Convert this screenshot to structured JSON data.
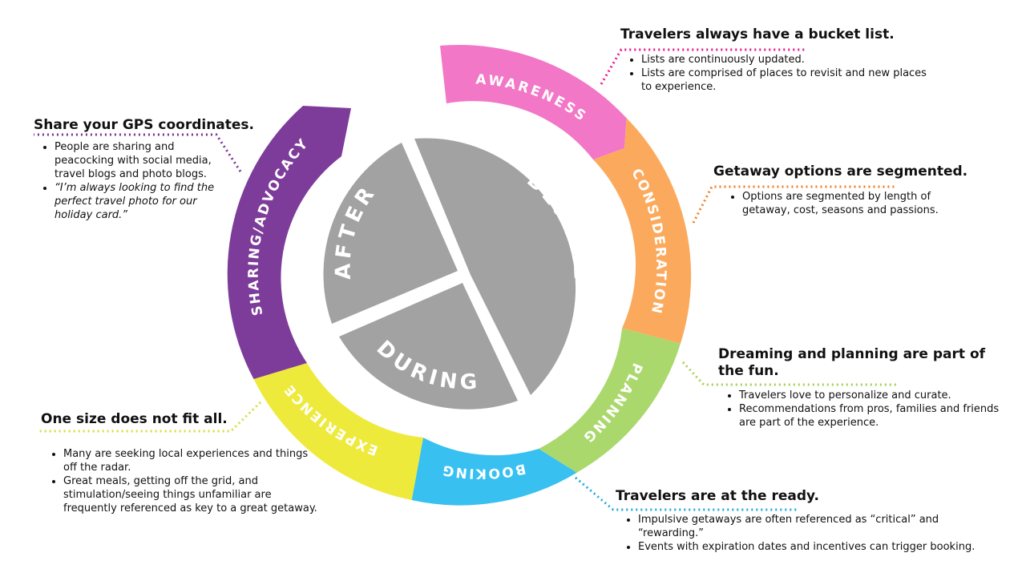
{
  "wheel": {
    "inner": [
      {
        "key": "before",
        "label": "BEFORE"
      },
      {
        "key": "during",
        "label": "DURING"
      },
      {
        "key": "after",
        "label": "AFTER"
      }
    ],
    "stages": [
      {
        "key": "awareness",
        "label": "AWARENESS",
        "color": "#f277c6"
      },
      {
        "key": "consideration",
        "label": "CONSIDERATION",
        "color": "#fbaa5d"
      },
      {
        "key": "planning",
        "label": "PLANNING",
        "color": "#aad86c"
      },
      {
        "key": "booking",
        "label": "BOOKING",
        "color": "#38c0f1"
      },
      {
        "key": "experience",
        "label": "EXPERIENCE",
        "color": "#eeea3c"
      },
      {
        "key": "sharing",
        "label": "SHARING/ADVOCACY",
        "color": "#7d3c9a"
      }
    ],
    "inner_color": "#a2a2a2"
  },
  "callouts": {
    "awareness": {
      "title": "Travelers always have a bucket list.",
      "bullets": [
        "Lists are continuously updated.",
        "Lists are comprised of places to revisit and new places to experience."
      ]
    },
    "consideration": {
      "title": "Getaway options are segmented.",
      "bullets": [
        "Options are segmented by length of getaway, cost, seasons and passions."
      ]
    },
    "planning": {
      "title": "Dreaming and planning are part of the fun.",
      "bullets": [
        "Travelers love to personalize and curate.",
        "Recommendations from pros, families and friends are part of the experience."
      ]
    },
    "booking": {
      "title": "Travelers are at the ready.",
      "bullets": [
        "Impulsive getaways are often referenced as “critical” and “rewarding.”",
        "Events with expiration dates and incentives can trigger booking."
      ]
    },
    "experience": {
      "title": "One size does not fit all.",
      "bullets": [
        "Many are seeking local experiences and things off the radar.",
        "Great meals, getting off the grid, and stimulation/seeing things unfamiliar are frequently referenced as key to a great getaway."
      ]
    },
    "sharing": {
      "title": "Share your GPS coordinates.",
      "bullets": [
        "People are sharing and peacocking with social media, travel blogs and photo blogs.",
        "“I’m always looking to find the perfect travel photo for our holiday card.”"
      ]
    }
  }
}
